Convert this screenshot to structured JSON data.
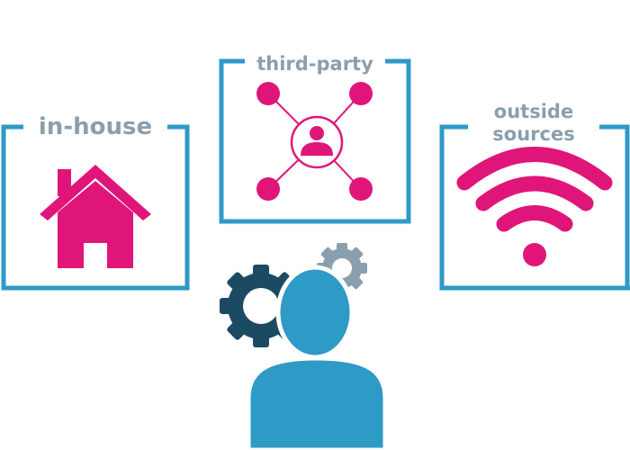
{
  "sources": {
    "in_house": {
      "label": "in-house",
      "icon": "house-icon"
    },
    "third_party": {
      "label": "third-party",
      "icon": "network-person-icon"
    },
    "outside": {
      "label_line1": "outside",
      "label_line2": "sources",
      "icon": "wifi-icon"
    }
  },
  "center": {
    "icon": "person-with-gears-icon"
  },
  "colors": {
    "frame": "#2e9ac6",
    "accent": "#e0157a",
    "label": "#8a9fad",
    "gear_dark": "#1c4a63",
    "gear_light": "#8a9fad",
    "person": "#2e9ac6"
  }
}
